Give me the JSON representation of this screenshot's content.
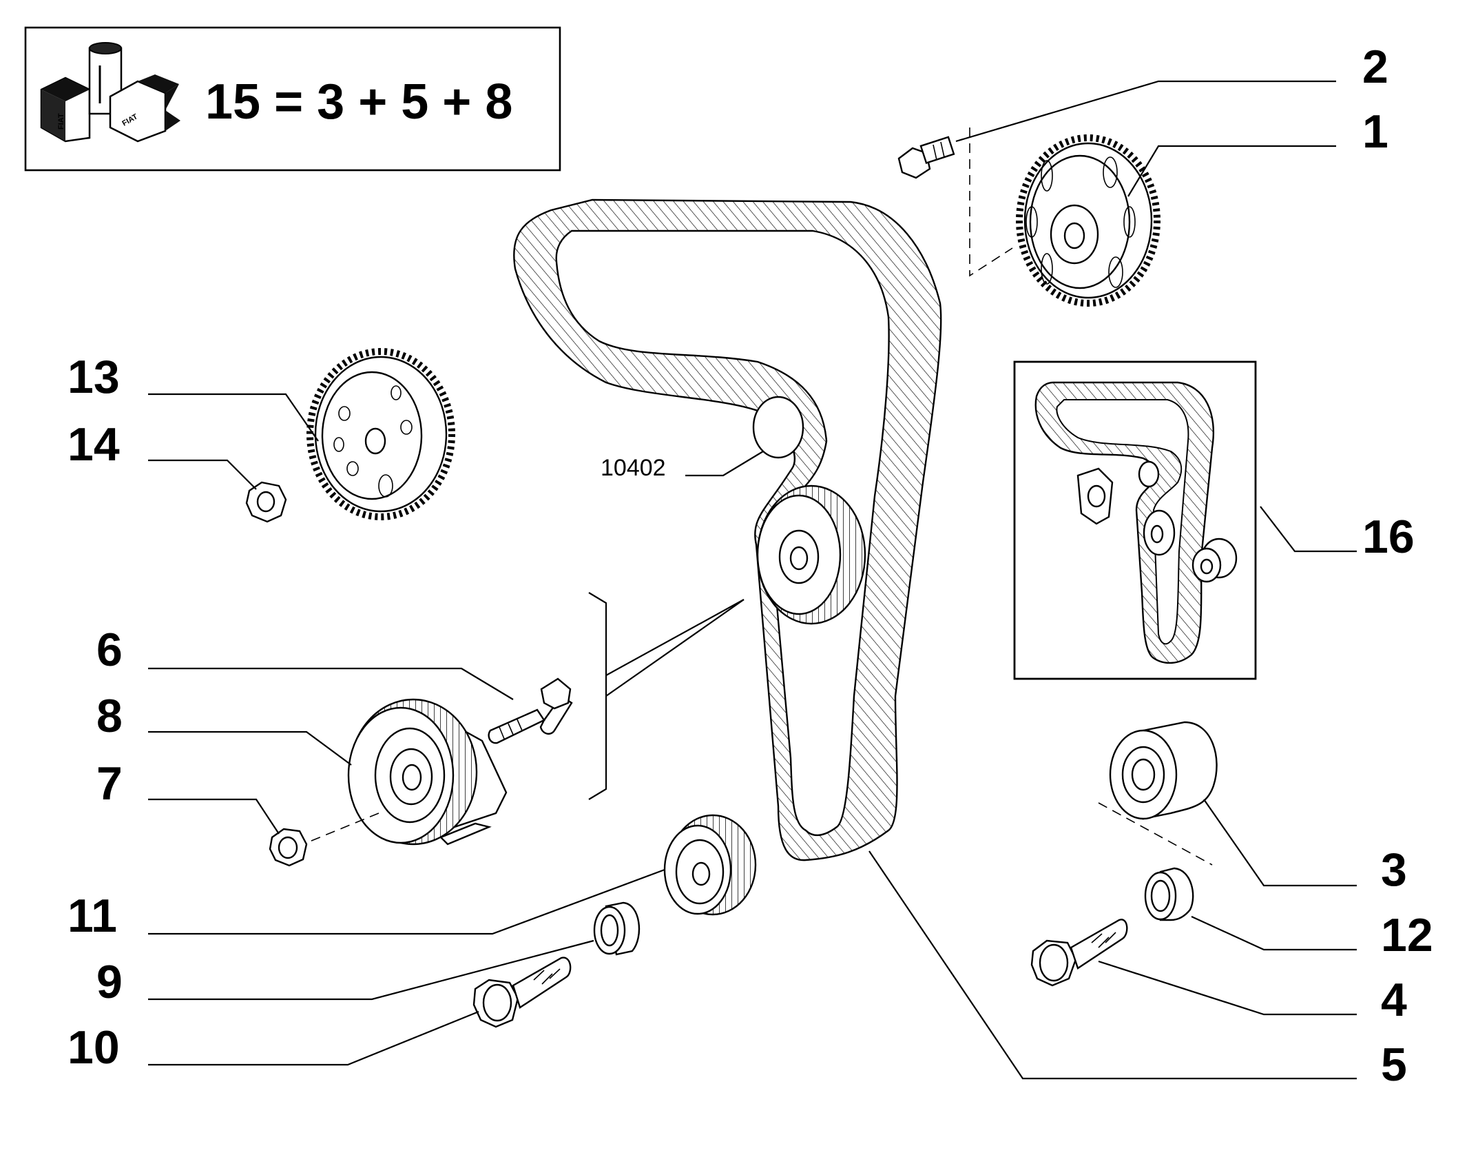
{
  "kit_box": {
    "formula": "15 = 3 + 5 + 8",
    "icon": "fiat-parts-kit-icon",
    "box_label_1": "FIAT",
    "box_label_2": "FIAT"
  },
  "reference_code": "10402",
  "callouts": {
    "c1": "1",
    "c2": "2",
    "c3": "3",
    "c4": "4",
    "c5": "5",
    "c6": "6",
    "c7": "7",
    "c8": "8",
    "c9": "9",
    "c10": "10",
    "c11": "11",
    "c12": "12",
    "c13": "13",
    "c14": "14",
    "c16": "16"
  }
}
